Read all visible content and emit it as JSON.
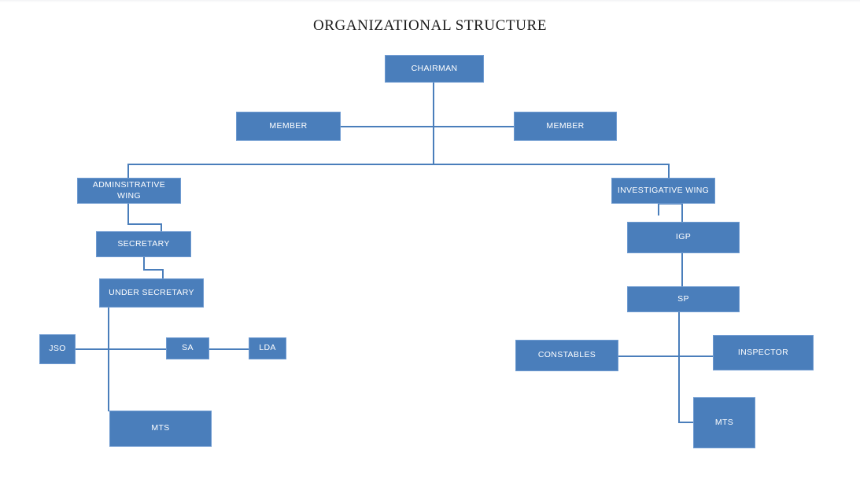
{
  "document": {
    "title": "ORGANIZATIONAL STRUCTURE",
    "background_color": "#ffffff",
    "node_fill_color": "#4a7ebb",
    "node_border_color": "#6f9bd1",
    "node_text_color": "#ffffff",
    "connector_color": "#4a7ebb"
  },
  "chart_data": {
    "type": "diagram",
    "title": "ORGANIZATIONAL STRUCTURE",
    "nodes": [
      {
        "id": "chairman",
        "label": "CHAIRMAN"
      },
      {
        "id": "member-left",
        "label": "MEMBER"
      },
      {
        "id": "member-right",
        "label": "MEMBER"
      },
      {
        "id": "administrative-wing",
        "label": "ADMINSITRATIVE WING"
      },
      {
        "id": "secretary",
        "label": "SECRETARY"
      },
      {
        "id": "under-secretary",
        "label": "UNDER SECRETARY"
      },
      {
        "id": "jso",
        "label": "JSO"
      },
      {
        "id": "sa",
        "label": "SA"
      },
      {
        "id": "lda",
        "label": "LDA"
      },
      {
        "id": "mts-admin",
        "label": "MTS"
      },
      {
        "id": "investigative-wing",
        "label": "INVESTIGATIVE WING"
      },
      {
        "id": "igp",
        "label": "IGP"
      },
      {
        "id": "sp",
        "label": "SP"
      },
      {
        "id": "constables",
        "label": "CONSTABLES"
      },
      {
        "id": "inspector",
        "label": "INSPECTOR"
      },
      {
        "id": "mts-inv",
        "label": "MTS"
      }
    ],
    "edges": [
      {
        "from": "chairman",
        "to": "member-left"
      },
      {
        "from": "chairman",
        "to": "member-right"
      },
      {
        "from": "chairman",
        "to": "administrative-wing"
      },
      {
        "from": "chairman",
        "to": "investigative-wing"
      },
      {
        "from": "administrative-wing",
        "to": "secretary"
      },
      {
        "from": "secretary",
        "to": "under-secretary"
      },
      {
        "from": "under-secretary",
        "to": "jso"
      },
      {
        "from": "under-secretary",
        "to": "sa"
      },
      {
        "from": "sa",
        "to": "lda"
      },
      {
        "from": "under-secretary",
        "to": "mts-admin"
      },
      {
        "from": "investigative-wing",
        "to": "igp"
      },
      {
        "from": "igp",
        "to": "sp"
      },
      {
        "from": "sp",
        "to": "constables"
      },
      {
        "from": "sp",
        "to": "inspector"
      },
      {
        "from": "sp",
        "to": "mts-inv"
      }
    ]
  },
  "nodes": {
    "chairman": "CHAIRMAN",
    "member_left": "MEMBER",
    "member_right": "MEMBER",
    "administrative_wing": "ADMINSITRATIVE WING",
    "secretary": "SECRETARY",
    "under_secretary": "UNDER SECRETARY",
    "jso": "JSO",
    "sa": "SA",
    "lda": "LDA",
    "mts_admin": "MTS",
    "investigative_wing": "INVESTIGATIVE WING",
    "igp": "IGP",
    "sp": "SP",
    "constables": "CONSTABLES",
    "inspector": "INSPECTOR",
    "mts_inv": "MTS"
  }
}
